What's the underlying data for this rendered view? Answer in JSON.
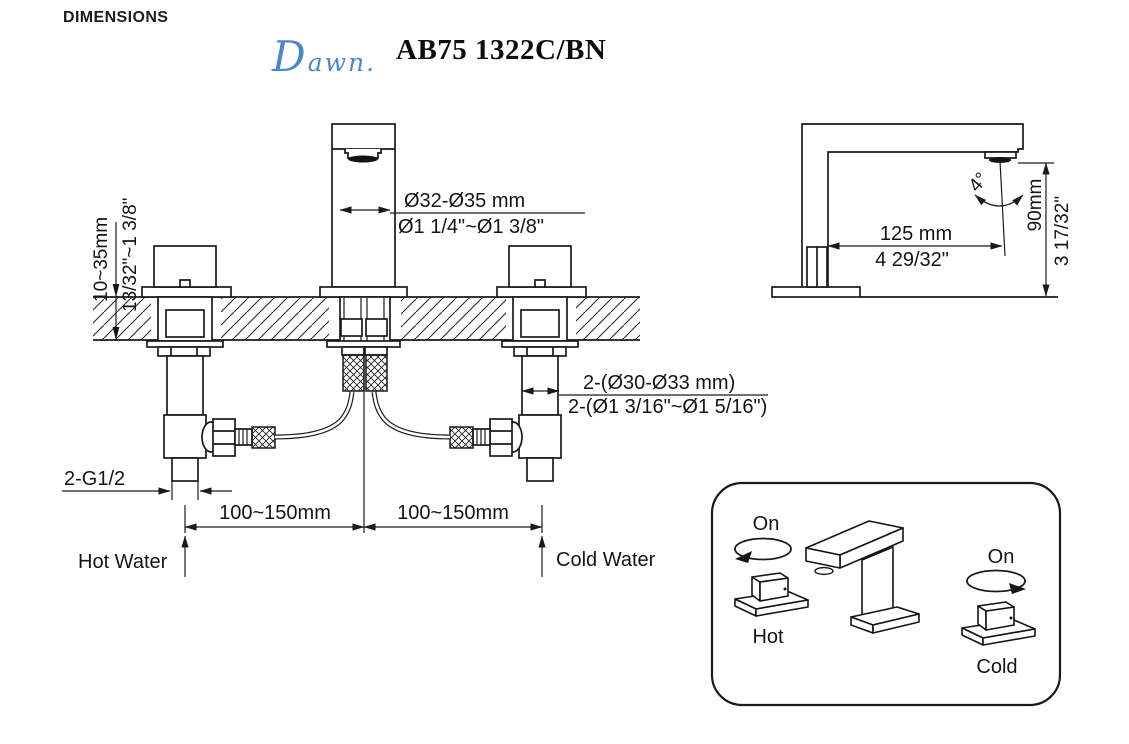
{
  "header": {
    "section_label": "DIMENSIONS",
    "brand": "Dawn.",
    "model": "AB75 1322C/BN"
  },
  "front_view": {
    "deck_thickness_mm": "10~35mm",
    "deck_thickness_in": "13/32\"~1 3/8\"",
    "spout_shank_mm": "Ø32-Ø35 mm",
    "spout_shank_in": "Ø1 1/4\"~Ø1 3/8\"",
    "valve_holes_mm": "2-(Ø30-Ø33 mm)",
    "valve_holes_in": "2-(Ø1 3/16\"~Ø1 5/16\")",
    "inlet_thread": "2-G1/2",
    "left_spacing": "100~150mm",
    "right_spacing": "100~150mm",
    "hot_label": "Hot Water",
    "cold_label": "Cold Water"
  },
  "side_view": {
    "spout_reach_mm": "125 mm",
    "spout_reach_in": "4 29/32\"",
    "spout_height_mm": "90mm",
    "spout_height_in": "3 17/32\"",
    "stream_angle": "4°"
  },
  "legend": {
    "hot_on_label": "On",
    "cold_on_label": "On",
    "hot_label": "Hot",
    "cold_label": "Cold"
  },
  "colors": {
    "brand_blue": "#4e86c6",
    "line_color": "#1a1a1a"
  }
}
